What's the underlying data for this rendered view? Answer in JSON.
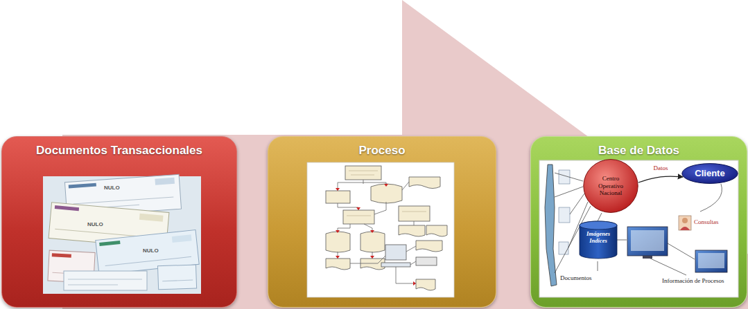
{
  "diagram": {
    "nodes": [
      {
        "text": [
          "Documentos Transaccionales"
        ]
      },
      {
        "text": [
          "Proceso"
        ]
      },
      {
        "text": [
          "Base de Datos"
        ]
      },
      {
        "text": [
          "Centro Operativo Nacional"
        ],
        "in": 2
      },
      {
        "text": [
          "Cliente"
        ],
        "in": 2
      }
    ],
    "edges": [
      {
        "from": 3,
        "to": 4,
        "arrow": "to",
        "label": "Datos"
      }
    ],
    "labels": [
      "NULO",
      "NULO",
      "NULO",
      "Consultas",
      "Imágenes Indices",
      "Documentos",
      "Información de Procesos"
    ]
  }
}
